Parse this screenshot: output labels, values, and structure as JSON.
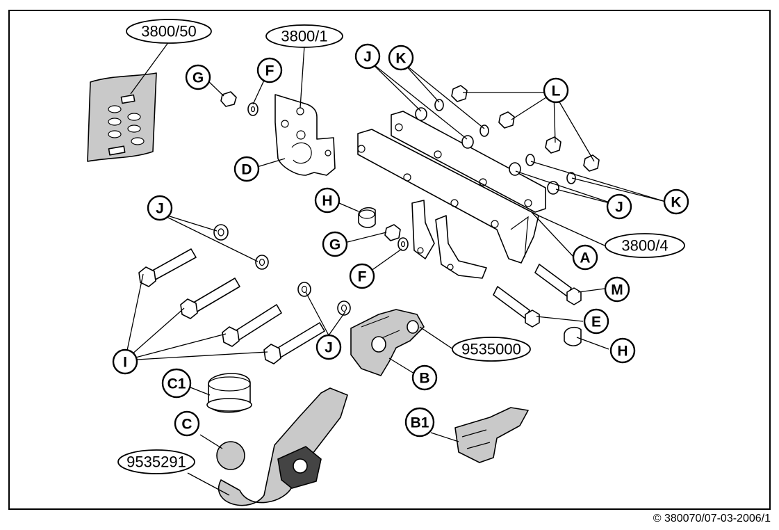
{
  "copyright": "© 380070/07-03-2006/1",
  "reference_numbers": [
    "3800/50",
    "3800/1",
    "3800/4",
    "9535000",
    "9535291"
  ],
  "callout_letters": [
    "G",
    "F",
    "D",
    "J",
    "K",
    "L",
    "H",
    "G",
    "F",
    "A",
    "M",
    "E",
    "H",
    "J",
    "K",
    "J",
    "I",
    "J",
    "B",
    "C1",
    "C",
    "B1"
  ]
}
